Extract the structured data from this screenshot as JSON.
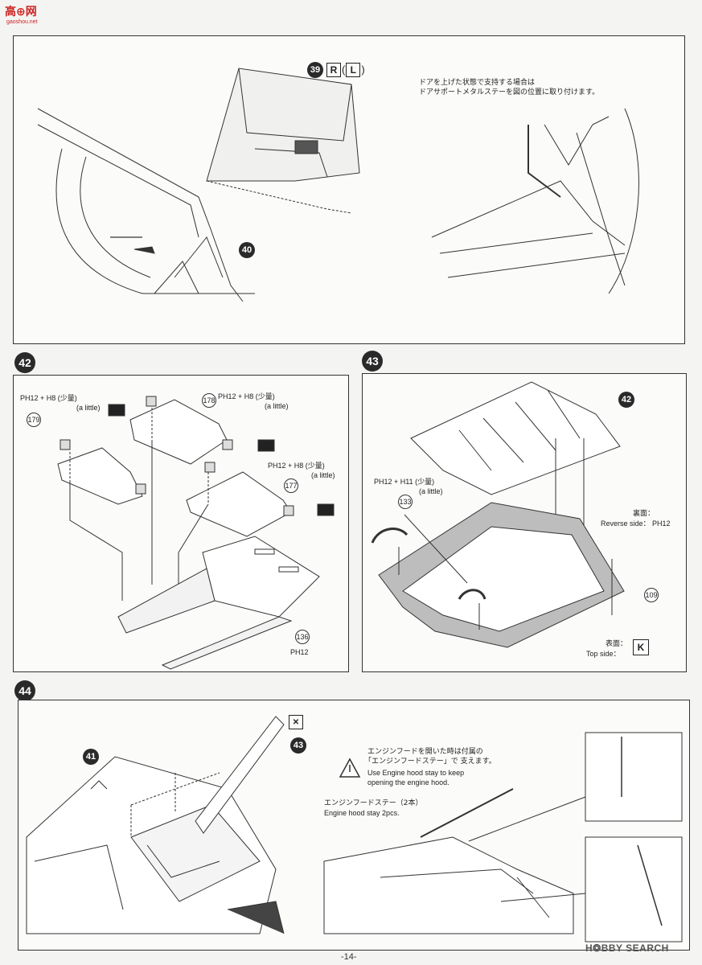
{
  "header": {
    "logo_text": "高⊕网",
    "logo_sub": "gaoshou.net"
  },
  "step41": {
    "part39": "39",
    "r_label": "R",
    "l_label": "L",
    "paren_open": "(",
    "paren_close": ")",
    "part40": "40",
    "note_line1": "ドアを上げた状態で支持する場合は",
    "note_line2": "ドアサポートメタルステーを図の位置に取り付けます。"
  },
  "step42": {
    "number": "42",
    "glue_note_a": "PH12 + H8",
    "glue_qty_jp": "(少量)",
    "glue_qty_en": "(a little)",
    "part179": "179",
    "part178": "178",
    "part177": "177",
    "part136": "136",
    "paint_136": "PH12"
  },
  "step43": {
    "number": "43",
    "part42": "42",
    "glue_note": "PH12 + H11",
    "glue_qty_jp": "(少量)",
    "glue_qty_en": "(a little)",
    "part133": "133",
    "part109": "109",
    "reverse_jp": "裏面：",
    "reverse_en": "Reverse side：",
    "reverse_paint": "PH12",
    "top_jp": "表面：",
    "top_en": "Top side："
  },
  "step44": {
    "number": "44",
    "part41": "41",
    "part43": "43",
    "warn_jp1": "エンジンフードを開いた時は付属の",
    "warn_jp2": "「エンジンフードステー」で 支えます。",
    "warn_en1": "Use Engine hood stay to keep",
    "warn_en2": "opening the engine hood.",
    "stay_jp": "エンジンフードステー（2本）",
    "stay_en": "Engine hood stay 2pcs."
  },
  "footer": {
    "page": "-14-",
    "watermark": "H❂BBY SEARCH"
  }
}
